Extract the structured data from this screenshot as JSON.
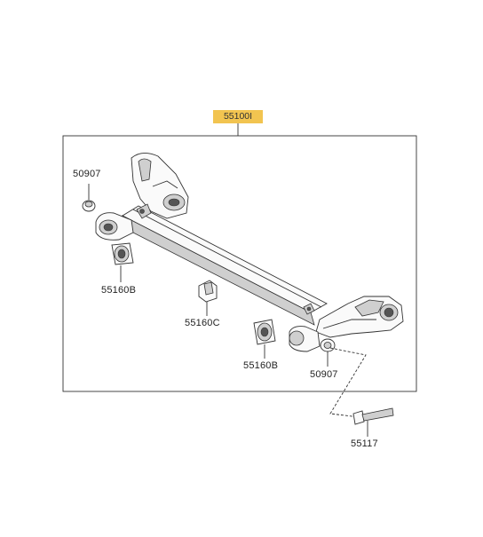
{
  "diagram": {
    "assembly_part_number": "55100I",
    "parts": [
      {
        "id": "bush-left",
        "number": "50907"
      },
      {
        "id": "bush-main-left",
        "number": "55160B"
      },
      {
        "id": "bush-center",
        "number": "55160C"
      },
      {
        "id": "bush-main-right",
        "number": "55160B"
      },
      {
        "id": "washer-right",
        "number": "50907"
      },
      {
        "id": "bolt",
        "number": "55117"
      }
    ],
    "colors": {
      "assembly_highlight": "#f2c450",
      "line": "#333333"
    }
  }
}
